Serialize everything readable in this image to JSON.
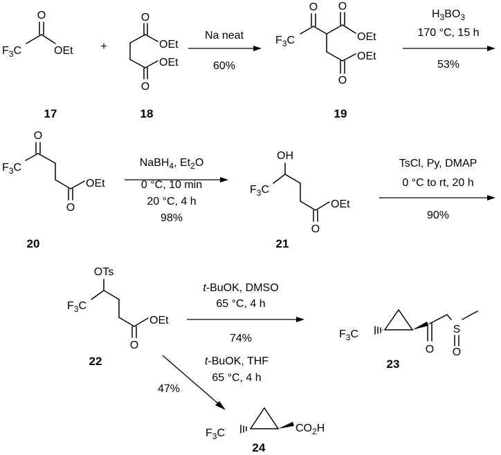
{
  "compounds": {
    "c17": {
      "id": "17",
      "labels": {
        "cf3": "F3C",
        "oet": "OEt",
        "o": "O"
      }
    },
    "plus": "+",
    "c18": {
      "id": "18",
      "labels": {
        "oet1": "OEt",
        "oet2": "OEt",
        "o1": "O",
        "o2": "O"
      }
    },
    "c19": {
      "id": "19",
      "labels": {
        "cf3": "F3C",
        "oet1": "OEt",
        "oet2": "OEt",
        "o1": "O",
        "o2": "O",
        "o3": "O"
      }
    },
    "c20": {
      "id": "20",
      "labels": {
        "cf3": "F3C",
        "oet": "OEt",
        "o1": "O",
        "o2": "O"
      }
    },
    "c21": {
      "id": "21",
      "labels": {
        "cf3": "F3C",
        "oh": "OH",
        "oet": "OEt",
        "o": "O"
      }
    },
    "c22": {
      "id": "22",
      "labels": {
        "cf3": "F3C",
        "ots": "OTs",
        "oet": "OEt",
        "o": "O"
      }
    },
    "c23": {
      "id": "23",
      "labels": {
        "cf3": "F3C",
        "s": "S",
        "o1": "O",
        "o2": "O"
      }
    },
    "c24": {
      "id": "24",
      "labels": {
        "cf3": "F3C",
        "co2h": "CO2H"
      }
    }
  },
  "reactions": {
    "r1": {
      "above": [
        "Na neat"
      ],
      "below": [
        "60%"
      ]
    },
    "r2": {
      "above": [
        "H3BO3",
        "170 °C, 15 h"
      ],
      "below": [
        "53%"
      ]
    },
    "r3": {
      "above": [
        "NaBH4, Et2O",
        "0 °C, 10 min"
      ],
      "below": [
        "20 °C, 4 h",
        "98%"
      ]
    },
    "r4": {
      "above": [
        "TsCl, Py, DMAP",
        "0 °C to rt, 20 h"
      ],
      "below": [
        "90%"
      ]
    },
    "r5": {
      "above": [
        "t-BuOK, DMSO",
        "65 °C, 4 h"
      ],
      "below": [
        "74%"
      ]
    },
    "r6": {
      "conditions": [
        "t-BuOK, THF",
        "65 °C, 4 h"
      ],
      "yield": "47%"
    }
  }
}
